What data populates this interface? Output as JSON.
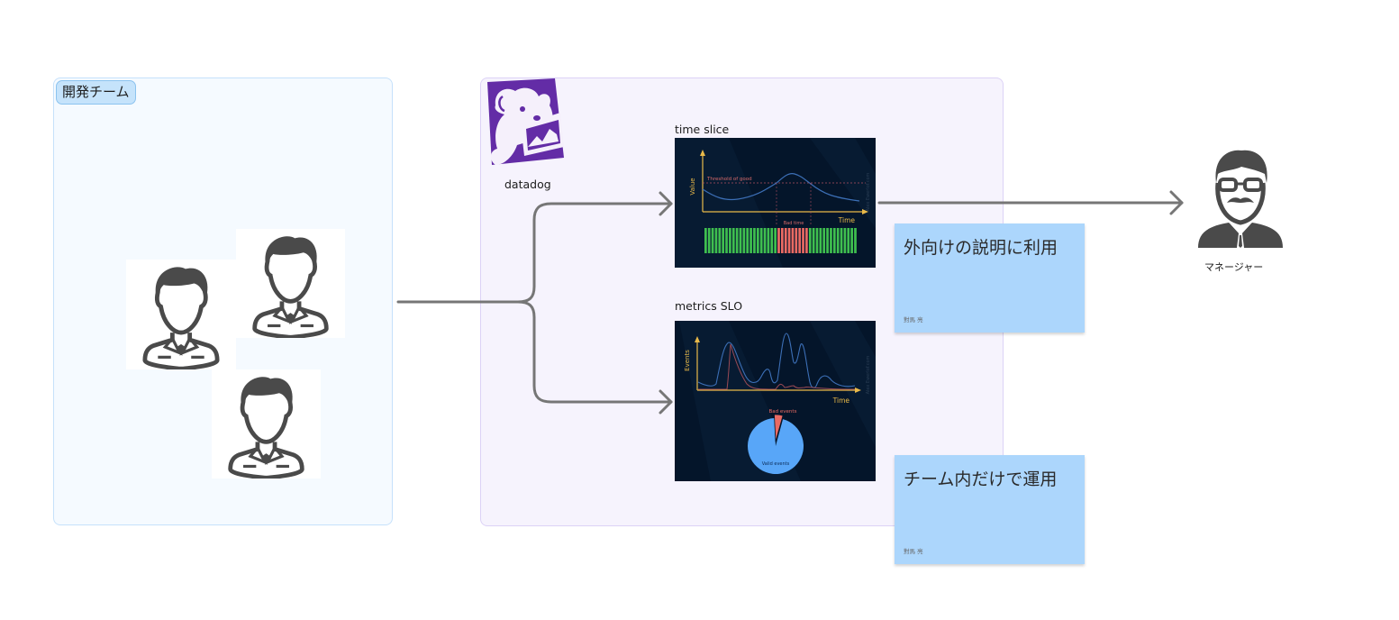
{
  "dev_team": {
    "label": "開発チーム",
    "members": [
      {
        "icon": "developer-person-icon"
      },
      {
        "icon": "developer-person-icon"
      },
      {
        "icon": "developer-person-icon"
      }
    ]
  },
  "datadog": {
    "logo_icon": "datadog-dog-logo-icon",
    "label": "datadog",
    "time_slice": {
      "caption": "time slice",
      "y_axis": "Value",
      "x_axis": "Time",
      "threshold_label": "Threshold of good",
      "bad_label": "Bad time",
      "watermark": "Alex Ewerlof.com",
      "bars": {
        "total": 44,
        "bad_start": 21,
        "bad_end": 30
      },
      "colors": {
        "good": "#3fbf4f",
        "bad": "#ea6a63",
        "axis": "#e9b949",
        "line": "#3c6fb6"
      }
    },
    "metrics_slo": {
      "caption": "metrics SLO",
      "y_axis": "Events",
      "x_axis": "Time",
      "bad_label": "Bad events",
      "valid_label": "Valid events",
      "watermark": "Alex Ewerlof.com",
      "bad_fraction": 0.05,
      "colors": {
        "valid": "#58a6f8",
        "bad": "#ea6a63"
      }
    }
  },
  "sticky_notes": [
    {
      "text": "外向けの説明に利用",
      "author": "對馬 亮"
    },
    {
      "text": "チーム内だけで運用",
      "author": "對馬 亮"
    }
  ],
  "manager": {
    "icon": "manager-person-icon",
    "label": "マネージャー"
  },
  "colors": {
    "arrow": "#767676",
    "dev_section_bg": "#f5faff",
    "datadog_section_bg": "#f6f3fd",
    "datadog_purple": "#632ca6",
    "sticky_bg": "#acd6fc"
  }
}
